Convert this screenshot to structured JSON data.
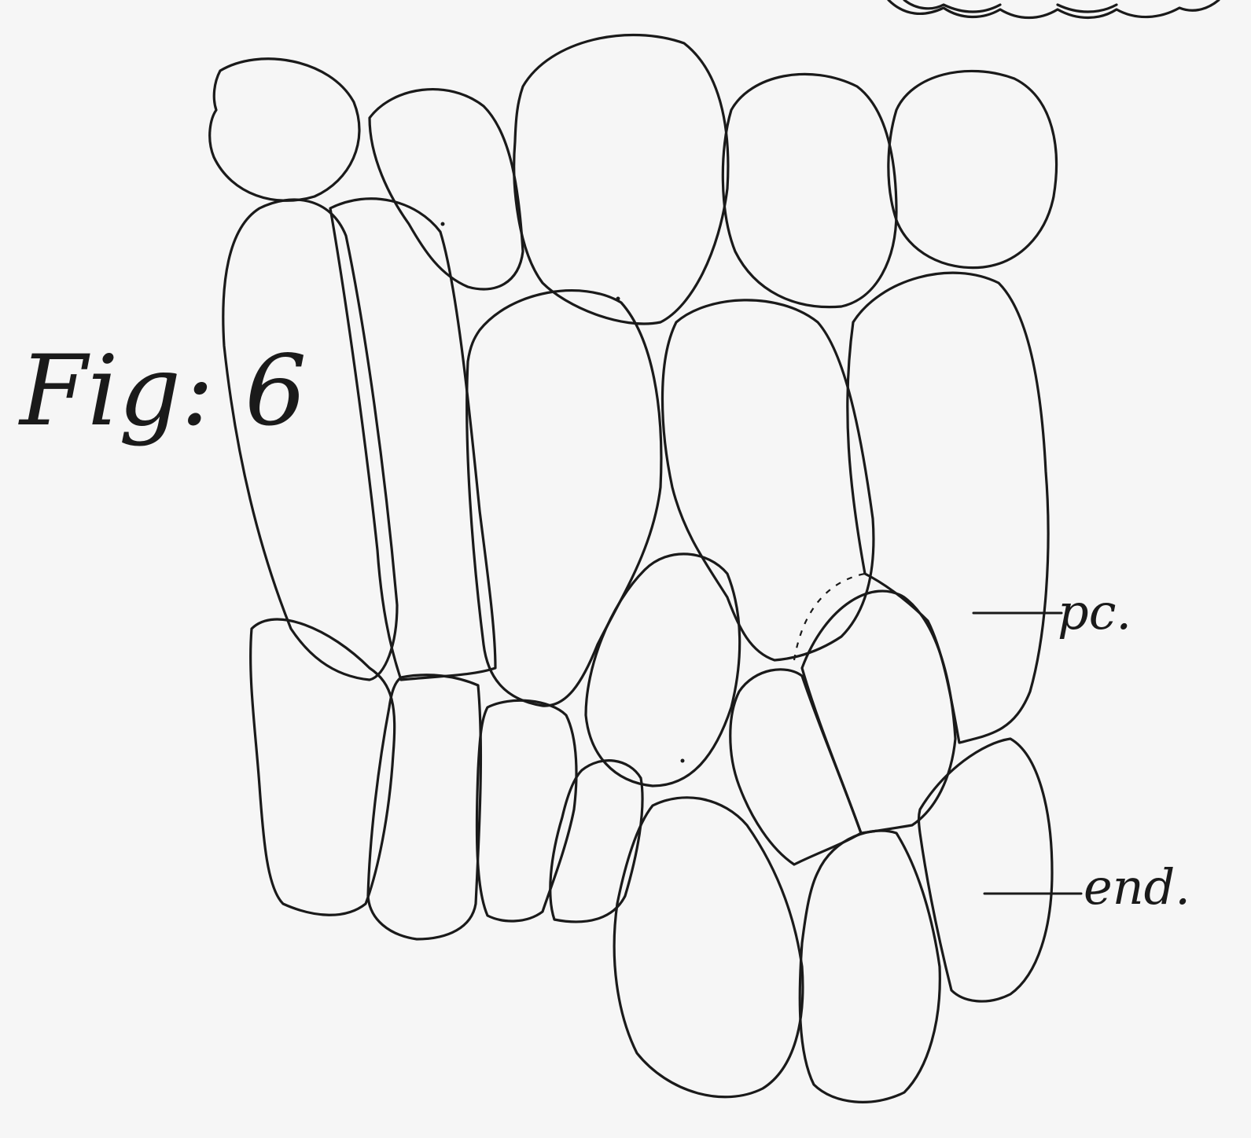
{
  "figure": {
    "title": "Fig: 6",
    "labels": {
      "pericycle": "pc.",
      "endodermis": "end."
    }
  }
}
